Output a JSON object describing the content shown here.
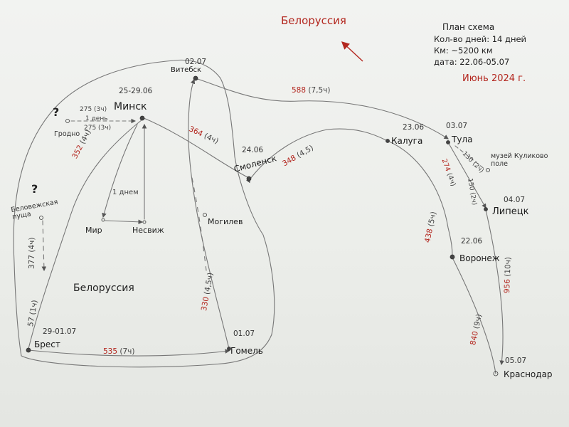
{
  "title": "Белоруссия",
  "country_label": "Белоруссия",
  "plan": {
    "heading": "План схема",
    "days": "Кол-во дней: 14 дней",
    "km": "Км: ~5200 км",
    "dates": "дата: 22.06-05.07",
    "month": "Июнь 2024 г."
  },
  "cities": {
    "vitebsk": {
      "name": "Витебск",
      "date": "02.07"
    },
    "minsk": {
      "name": "Минск",
      "date": "25-29.06"
    },
    "grodno": {
      "name": "Гродно",
      "question": "?"
    },
    "belovezh": {
      "name": "Беловежская пуща",
      "question": "?"
    },
    "mir": {
      "name": "Мир"
    },
    "nesvizh": {
      "name": "Несвиж"
    },
    "brest": {
      "name": "Брест",
      "date": "29-01.07"
    },
    "gomel": {
      "name": "Гомель",
      "date": "01.07"
    },
    "mogilev": {
      "name": "Могилев"
    },
    "smolensk": {
      "name": "Смоленск",
      "date": "24.06"
    },
    "kaluga": {
      "name": "Калуга",
      "date": "23.06"
    },
    "tula": {
      "name": "Тула",
      "date": "03.07"
    },
    "museum": {
      "name": "музей Куликово поле"
    },
    "lipetsk": {
      "name": "Липецк",
      "date": "04.07"
    },
    "voronezh": {
      "name": "Воронеж",
      "date": "22.06"
    },
    "krasnodar": {
      "name": "Краснодар",
      "date": "05.07"
    }
  },
  "legs": {
    "vitebsk_tula": {
      "km": "588",
      "time": "(7,5ч)"
    },
    "grodno_minsk": {
      "km": "275 (3ч)",
      "note": "1 день",
      "back": "275 (3ч)"
    },
    "minsk_brest": {
      "km": "352",
      "time": "(4ч)"
    },
    "minsk_smolensk": {
      "km": "364",
      "time": "(4ч)"
    },
    "minsk_day": {
      "note": "1 днем"
    },
    "belovezh_brest": {
      "km": "377",
      "time": "(4ч)"
    },
    "belovezh_brest_short": {
      "km": "57",
      "time": "(1ч)"
    },
    "brest_gomel": {
      "km": "535",
      "time": "(7ч)"
    },
    "gomel_vitebsk": {
      "km": "330",
      "time": "(4,5ч)"
    },
    "smolensk_kaluga": {
      "km": "348",
      "time": "(4,5)"
    },
    "kaluga_voronezh": {
      "km": "438",
      "time": "(5ч)"
    },
    "tula_lipetsk": {
      "km": "274",
      "time": "(4ч)"
    },
    "tula_museum": {
      "km": "130",
      "time": "(2ч)"
    },
    "museum_lipetsk": {
      "km": "150",
      "time": "(2ч)"
    },
    "voronezh_krasnodar": {
      "km": "840",
      "time": "(9ч)"
    },
    "lipetsk_krasnodar": {
      "km": "956",
      "time": "(10ч)"
    }
  },
  "colors": {
    "ink": "#555555",
    "red": "#b3261e"
  }
}
